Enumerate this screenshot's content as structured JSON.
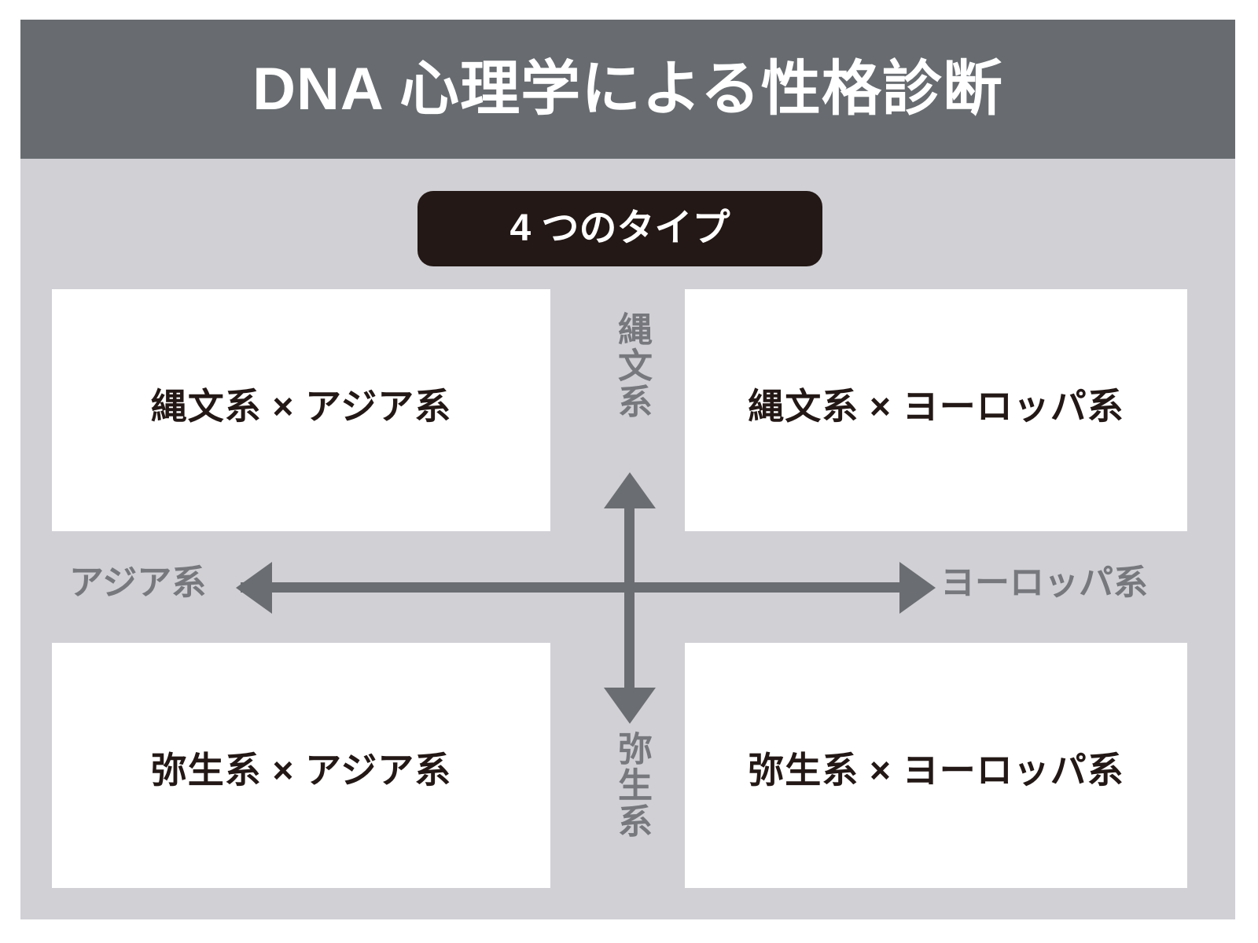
{
  "header": {
    "title": "DNA 心理学による性格診断"
  },
  "badge": {
    "label": "4 つのタイプ"
  },
  "matrix": {
    "quadrants": [
      {
        "position": "top-left",
        "label": "縄文系 × アジア系"
      },
      {
        "position": "top-right",
        "label": "縄文系 × ヨーロッパ系"
      },
      {
        "position": "bottom-left",
        "label": "弥生系 × アジア系"
      },
      {
        "position": "bottom-right",
        "label": "弥生系 × ヨーロッパ系"
      }
    ],
    "axes": {
      "horizontal": {
        "left_label": "アジア系",
        "right_label": "ヨーロッパ系"
      },
      "vertical": {
        "top_label": "縄文系",
        "bottom_label": "弥生系"
      }
    }
  },
  "colors": {
    "header_background": "#686c70",
    "panel_background": "#d0d0d5",
    "badge_background": "#231815",
    "quadrant_background": "#ffffff",
    "axis_line": "#6a6d71",
    "axis_label_text": "#76787d",
    "quadrant_text": "#231815",
    "header_text": "#ffffff",
    "badge_text": "#ffffff"
  }
}
